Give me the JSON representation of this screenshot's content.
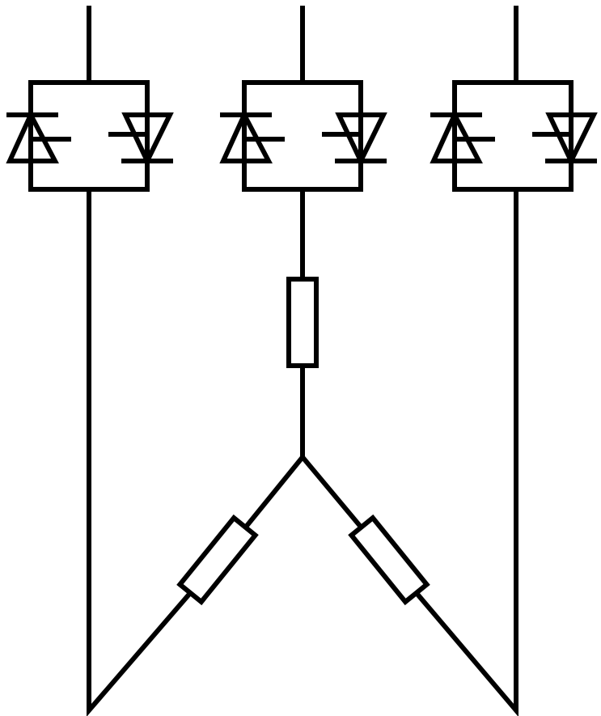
{
  "diagram": {
    "type": "circuit-schematic",
    "stroke_color": "#000000",
    "background_color": "#ffffff",
    "thyristor_pairs": [
      {
        "id": "phase-1"
      },
      {
        "id": "phase-2"
      },
      {
        "id": "phase-3"
      }
    ],
    "resistors": [
      {
        "id": "resistor-center",
        "orientation": "vertical"
      },
      {
        "id": "resistor-left",
        "orientation": "diagonal"
      },
      {
        "id": "resistor-right",
        "orientation": "diagonal"
      }
    ],
    "connection": "wye"
  }
}
